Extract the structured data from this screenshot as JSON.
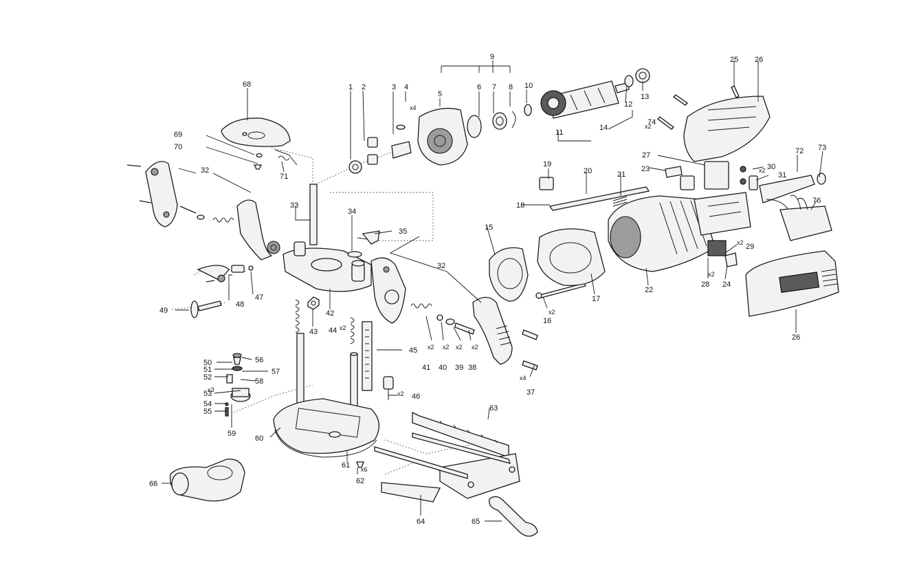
{
  "diagram": {
    "labels": [
      {
        "id": "1",
        "text": "1"
      },
      {
        "id": "2",
        "text": "2"
      },
      {
        "id": "3",
        "text": "3"
      },
      {
        "id": "4",
        "text": "4"
      },
      {
        "id": "4q",
        "text": "x4"
      },
      {
        "id": "5",
        "text": "5"
      },
      {
        "id": "6",
        "text": "6"
      },
      {
        "id": "7",
        "text": "7"
      },
      {
        "id": "8",
        "text": "8"
      },
      {
        "id": "9",
        "text": "9"
      },
      {
        "id": "10",
        "text": "10"
      },
      {
        "id": "11",
        "text": "11"
      },
      {
        "id": "12",
        "text": "12"
      },
      {
        "id": "13",
        "text": "13"
      },
      {
        "id": "14",
        "text": "14"
      },
      {
        "id": "15",
        "text": "15"
      },
      {
        "id": "16",
        "text": "16"
      },
      {
        "id": "16q",
        "text": "x2"
      },
      {
        "id": "17",
        "text": "17"
      },
      {
        "id": "18",
        "text": "18"
      },
      {
        "id": "19",
        "text": "19"
      },
      {
        "id": "20",
        "text": "20"
      },
      {
        "id": "21",
        "text": "21"
      },
      {
        "id": "22",
        "text": "22"
      },
      {
        "id": "23",
        "text": "23"
      },
      {
        "id": "24",
        "text": "24"
      },
      {
        "id": "25",
        "text": "25"
      },
      {
        "id": "26a",
        "text": "26"
      },
      {
        "id": "26b",
        "text": "26"
      },
      {
        "id": "27",
        "text": "27"
      },
      {
        "id": "28",
        "text": "28"
      },
      {
        "id": "28q",
        "text": "x2"
      },
      {
        "id": "29",
        "text": "29"
      },
      {
        "id": "29q",
        "text": "x2"
      },
      {
        "id": "30",
        "text": "30"
      },
      {
        "id": "30q",
        "text": "x2"
      },
      {
        "id": "31",
        "text": "31"
      },
      {
        "id": "32a",
        "text": "32"
      },
      {
        "id": "32b",
        "text": "32"
      },
      {
        "id": "33",
        "text": "33"
      },
      {
        "id": "34",
        "text": "34"
      },
      {
        "id": "35",
        "text": "35"
      },
      {
        "id": "37",
        "text": "37"
      },
      {
        "id": "37q",
        "text": "x4"
      },
      {
        "id": "38",
        "text": "38"
      },
      {
        "id": "38q",
        "text": "x2"
      },
      {
        "id": "39",
        "text": "39"
      },
      {
        "id": "39q",
        "text": "x2"
      },
      {
        "id": "40",
        "text": "40"
      },
      {
        "id": "40q",
        "text": "x2"
      },
      {
        "id": "41",
        "text": "41"
      },
      {
        "id": "41q",
        "text": "x2"
      },
      {
        "id": "42",
        "text": "42"
      },
      {
        "id": "43",
        "text": "43"
      },
      {
        "id": "44",
        "text": "44"
      },
      {
        "id": "44q",
        "text": "x2"
      },
      {
        "id": "45",
        "text": "45"
      },
      {
        "id": "46",
        "text": "46"
      },
      {
        "id": "46q",
        "text": "x2"
      },
      {
        "id": "47",
        "text": "47"
      },
      {
        "id": "48",
        "text": "48"
      },
      {
        "id": "49",
        "text": "49"
      },
      {
        "id": "50",
        "text": "50"
      },
      {
        "id": "51",
        "text": "51"
      },
      {
        "id": "52",
        "text": "52"
      },
      {
        "id": "53",
        "text": "53"
      },
      {
        "id": "53q",
        "text": "x3"
      },
      {
        "id": "54",
        "text": "54"
      },
      {
        "id": "55",
        "text": "55"
      },
      {
        "id": "56",
        "text": "56"
      },
      {
        "id": "57",
        "text": "57"
      },
      {
        "id": "58",
        "text": "58"
      },
      {
        "id": "59",
        "text": "59"
      },
      {
        "id": "60",
        "text": "60"
      },
      {
        "id": "61",
        "text": "61"
      },
      {
        "id": "62",
        "text": "62"
      },
      {
        "id": "62q",
        "text": "x6"
      },
      {
        "id": "63",
        "text": "63"
      },
      {
        "id": "64",
        "text": "64"
      },
      {
        "id": "65",
        "text": "65"
      },
      {
        "id": "66",
        "text": "66"
      },
      {
        "id": "68",
        "text": "68"
      },
      {
        "id": "69",
        "text": "69"
      },
      {
        "id": "70",
        "text": "70"
      },
      {
        "id": "71",
        "text": "71"
      },
      {
        "id": "72",
        "text": "72"
      },
      {
        "id": "73",
        "text": "73"
      },
      {
        "id": "74",
        "text": "74"
      },
      {
        "id": "74q",
        "text": "x2"
      },
      {
        "id": "76",
        "text": "76"
      }
    ]
  }
}
